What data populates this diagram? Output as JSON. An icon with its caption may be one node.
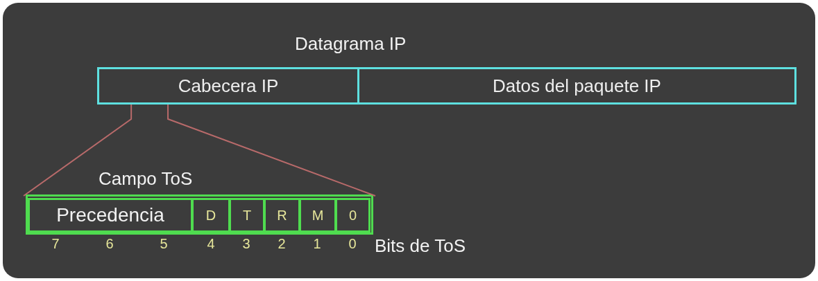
{
  "diagram": {
    "title": "Datagrama IP",
    "nodes": [
      {
        "text": [
          "Cabecera IP"
        ]
      },
      {
        "text": [
          "Datos del paquete IP"
        ]
      },
      {
        "text": [
          "Campo ToS"
        ]
      },
      {
        "text": [
          "Precedencia"
        ],
        "in": 2
      },
      {
        "text": [
          "D"
        ],
        "in": 2
      },
      {
        "text": [
          "T"
        ],
        "in": 2
      },
      {
        "text": [
          "R"
        ],
        "in": 2
      },
      {
        "text": [
          "M"
        ],
        "in": 2
      },
      {
        "text": [
          "0"
        ],
        "in": 2
      }
    ],
    "edges": [
      {
        "from": 0,
        "to": 2,
        "arrow": "none"
      },
      {
        "from": 0,
        "to": 2,
        "arrow": "none"
      }
    ],
    "labels": [
      "7",
      "6",
      "5",
      "4",
      "3",
      "2",
      "1",
      "0",
      "Bits de ToS"
    ]
  }
}
